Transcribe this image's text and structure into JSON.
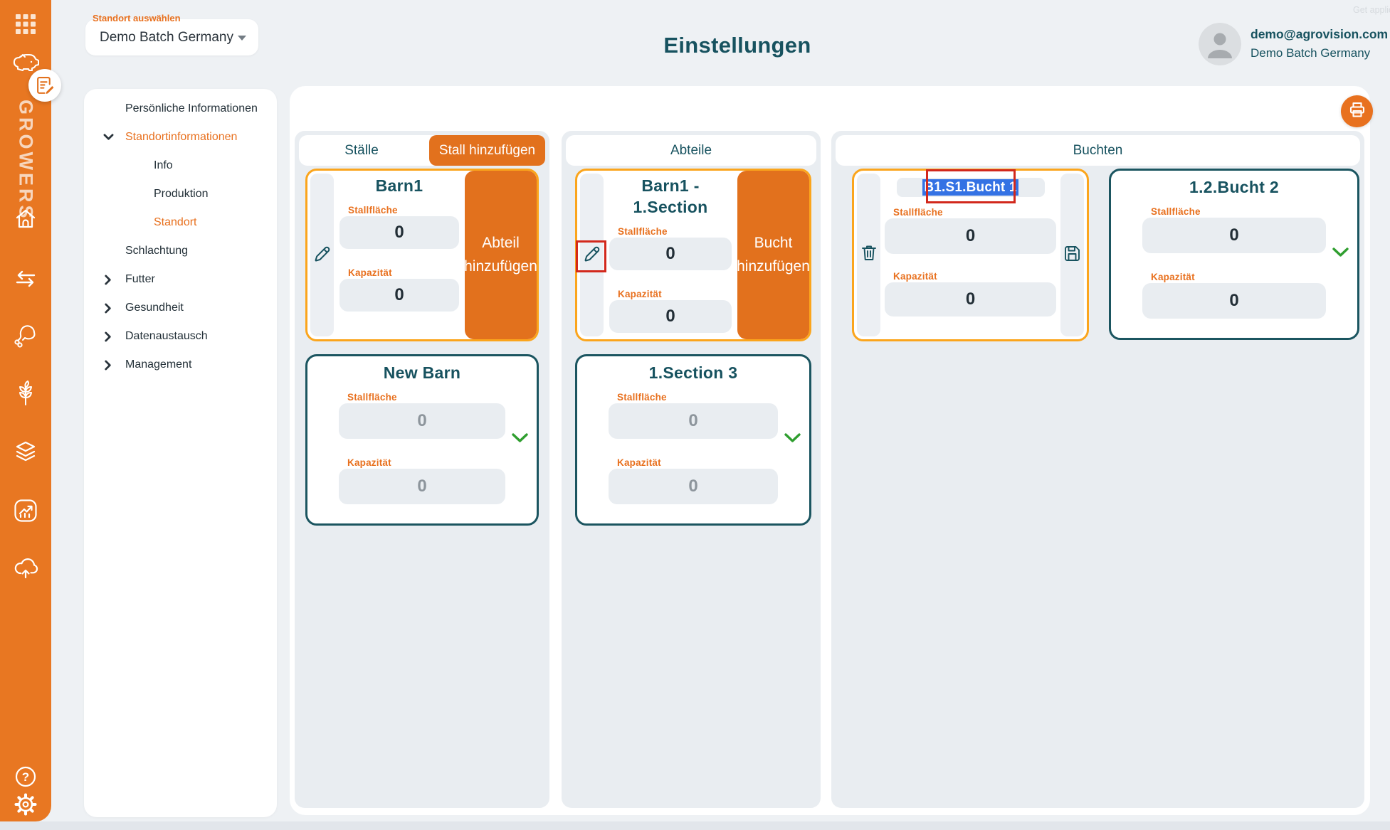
{
  "brand": {
    "name": "GROWERS"
  },
  "topbar": {
    "location_label": "Standort auswählen",
    "location_value": "Demo Batch Germany",
    "title": "Einstellungen",
    "faint_link": "Get application",
    "user_email": "demo@agrovision.com",
    "user_org": "Demo Batch Germany"
  },
  "nav": {
    "items": [
      {
        "label": "Persönliche Informationen"
      },
      {
        "label": "Standortinformationen"
      },
      {
        "label": "Info"
      },
      {
        "label": "Produktion"
      },
      {
        "label": "Standort"
      },
      {
        "label": "Schlachtung"
      },
      {
        "label": "Futter"
      },
      {
        "label": "Gesundheit"
      },
      {
        "label": "Datenaustausch"
      },
      {
        "label": "Management"
      }
    ]
  },
  "board": {
    "staelle": {
      "header": "Ställe",
      "add_button": "Stall hinzufügen",
      "barn1": {
        "title": "Barn1",
        "area_label": "Stallfläche",
        "area_value": "0",
        "capacity_label": "Kapazität",
        "capacity_value": "0",
        "side_button_line1": "Abteil",
        "side_button_line2": "hinzufügen"
      },
      "new_barn": {
        "title": "New Barn",
        "area_label": "Stallfläche",
        "area_value": "0",
        "capacity_label": "Kapazität",
        "capacity_value": "0"
      }
    },
    "abteile": {
      "header": "Abteile",
      "section1": {
        "title": "Barn1 - 1.Section",
        "area_label": "Stallfläche",
        "area_value": "0",
        "capacity_label": "Kapazität",
        "capacity_value": "0",
        "side_button_line1": "Bucht",
        "side_button_line2": "hinzufügen"
      },
      "section3": {
        "title": "1.Section 3",
        "area_label": "Stallfläche",
        "area_value": "0",
        "capacity_label": "Kapazität",
        "capacity_value": "0"
      }
    },
    "buchten": {
      "header": "Buchten",
      "bucht1": {
        "title": "B1.S1.Bucht 1",
        "area_label": "Stallfläche",
        "area_value": "0",
        "capacity_label": "Kapazität",
        "capacity_value": "0"
      },
      "bucht2": {
        "title": "1.2.Bucht 2",
        "area_label": "Stallfläche",
        "area_value": "0",
        "capacity_label": "Kapazität",
        "capacity_value": "0"
      }
    }
  },
  "icons": {
    "rail": [
      "apps-grid-icon",
      "pig-icon",
      "document-edit-badge-icon",
      "home-icon",
      "transfer-arrows-icon",
      "meat-icon",
      "wheat-icon",
      "layers-icon",
      "analytics-icon",
      "cloud-upload-icon",
      "help-icon",
      "settings-gear-icon"
    ],
    "cards": [
      "pencil-icon",
      "trash-icon",
      "save-icon",
      "chevron-down-icon"
    ],
    "other": [
      "printer-icon",
      "avatar",
      "dropdown-caret-icon"
    ]
  },
  "colors": {
    "rail_orange": "#e87722",
    "button_orange": "#e2711d",
    "amber_card_border": "#fba51c",
    "teal": "#17525f",
    "selection_blue": "#3472e4",
    "annotation_red": "#d2281c",
    "success_green": "#2f9e2f"
  }
}
